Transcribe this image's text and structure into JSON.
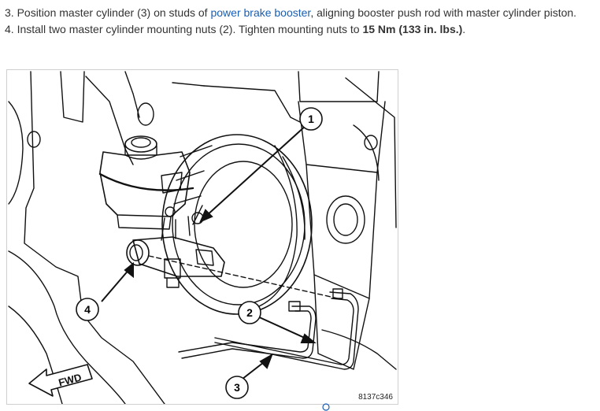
{
  "steps": [
    {
      "number": "3.",
      "text_before": " Position master cylinder (3) on studs of ",
      "link": "power brake booster",
      "text_after": ", aligning booster push rod with master cylinder piston."
    },
    {
      "number": "4.",
      "text_before": " Install two master cylinder mounting nuts (2). Tighten mounting nuts to ",
      "torque": "15 Nm (133 in. lbs.)",
      "text_after": "."
    }
  ],
  "figure": {
    "callouts": [
      "1",
      "2",
      "3",
      "4"
    ],
    "fwd_label": "FWD",
    "figure_id": "8137c346"
  }
}
